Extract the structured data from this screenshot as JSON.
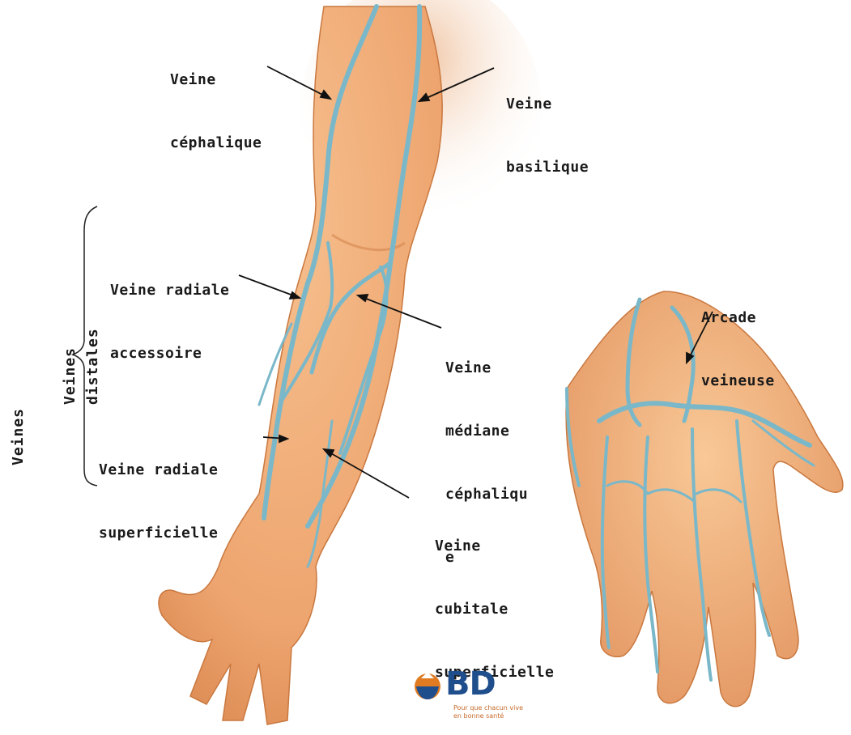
{
  "labels": {
    "cephalique": [
      "Veine",
      "céphalique"
    ],
    "basilique": [
      "Veine",
      "basilique"
    ],
    "radiale_accessoire": [
      "Veine radiale",
      "accessoire"
    ],
    "mediane_cephalique": [
      "Veine",
      "médiane",
      "céphaliqu",
      "e"
    ],
    "radiale_superficielle": [
      "Veine radiale",
      "superficielle"
    ],
    "cubitale_superficielle": [
      "Veine",
      "cubitale",
      "superficielle"
    ],
    "arcade_veineuse": [
      "Arcade",
      "veineuse"
    ],
    "veines": "Veines",
    "veines_distales": [
      "Veines",
      "distales"
    ]
  },
  "logo": {
    "brand": "BD",
    "tagline": "Pour que chacun vive en bonne santé"
  },
  "colors": {
    "skin": "#f2b07a",
    "skin_shadow": "#d98a55",
    "vein": "#7ab8c9",
    "vein_dark": "#4f8fa3",
    "brand_blue": "#1f4e8c",
    "brand_orange": "#e07b22"
  }
}
